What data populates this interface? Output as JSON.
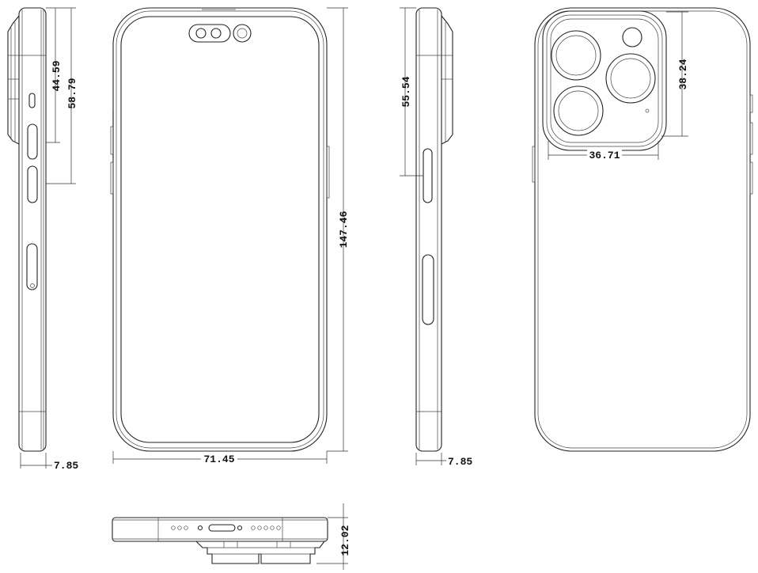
{
  "drawing": {
    "views": [
      "left-side",
      "front",
      "right-side",
      "back",
      "bottom"
    ],
    "dimensions": {
      "left_camera_to_volume": "44.59",
      "left_top_to_volume_down": "58.79",
      "left_thickness": "7.85",
      "front_height": "147.46",
      "front_width": "71.45",
      "right_top_to_button": "55.54",
      "right_thickness": "7.85",
      "camera_module_height": "38.24",
      "camera_module_width": "36.71",
      "bottom_thickness_with_camera": "12.02"
    }
  }
}
